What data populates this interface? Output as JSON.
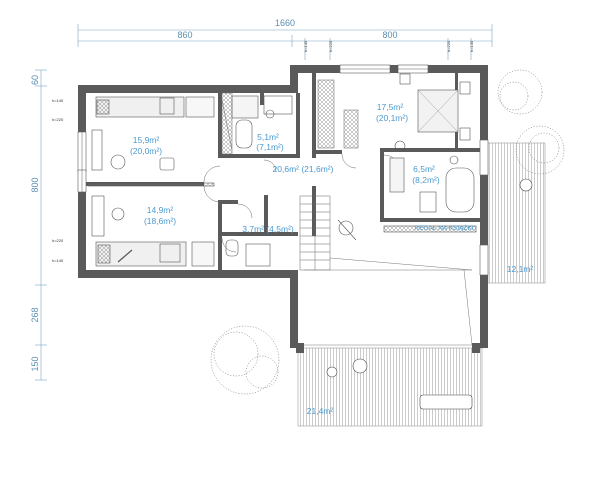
{
  "dimensions": {
    "total_width": "1660",
    "left_width": "860",
    "right_width": "800",
    "left_top": "60",
    "left_mid": "800",
    "left_lower": "268",
    "left_bottom": "150"
  },
  "height_marks": {
    "h140_a": "h=140",
    "h220_a": "h=220",
    "h220_b": "h=220",
    "h140_b": "h=140",
    "top_h140_a": "h=140",
    "top_h220_a": "h=220",
    "top_h220_b": "h=220",
    "top_h140_b": "h=140"
  },
  "rooms": {
    "bedroom1": {
      "net": "15,9m²",
      "gross": "(20,0m²)"
    },
    "bedroom2": {
      "net": "14,9m²",
      "gross": "(18,6m²)"
    },
    "bathroom1": {
      "net": "5,1m²",
      "gross": "(7,1m²)"
    },
    "hall": {
      "label": "20,6m² (21,6m²)"
    },
    "wc": {
      "label": "3,7m² (4,5m²)"
    },
    "master": {
      "net": "17,5m²",
      "gross": "(20,1m²)"
    },
    "bathroom2": {
      "net": "6,5m²",
      "gross": "(8,2m²)"
    },
    "shelf": {
      "label": "REGAŁ NA KSIĄŻKI"
    },
    "terrace_right": {
      "label": "12,1m²"
    },
    "terrace_bottom": {
      "label": "21,4m²"
    }
  }
}
